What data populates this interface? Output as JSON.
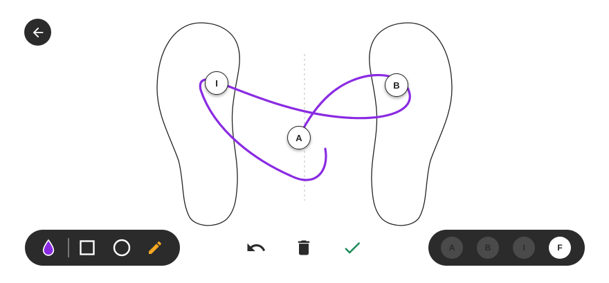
{
  "markers": [
    {
      "id": "I",
      "label": "I"
    },
    {
      "id": "B",
      "label": "B"
    },
    {
      "id": "A",
      "label": "A"
    }
  ],
  "tools": {
    "items": [
      "color-drop",
      "square",
      "circle",
      "pencil"
    ],
    "active_color": "#8a2be2",
    "pencil_color": "#f5a623"
  },
  "actions": [
    "undo",
    "delete",
    "confirm"
  ],
  "confirm_color": "#1b8a5a",
  "segments": [
    {
      "label": "A",
      "active": false
    },
    {
      "label": "B",
      "active": false
    },
    {
      "label": "I",
      "active": false
    },
    {
      "label": "F",
      "active": true
    }
  ],
  "stroke_color": "#8a2be2"
}
